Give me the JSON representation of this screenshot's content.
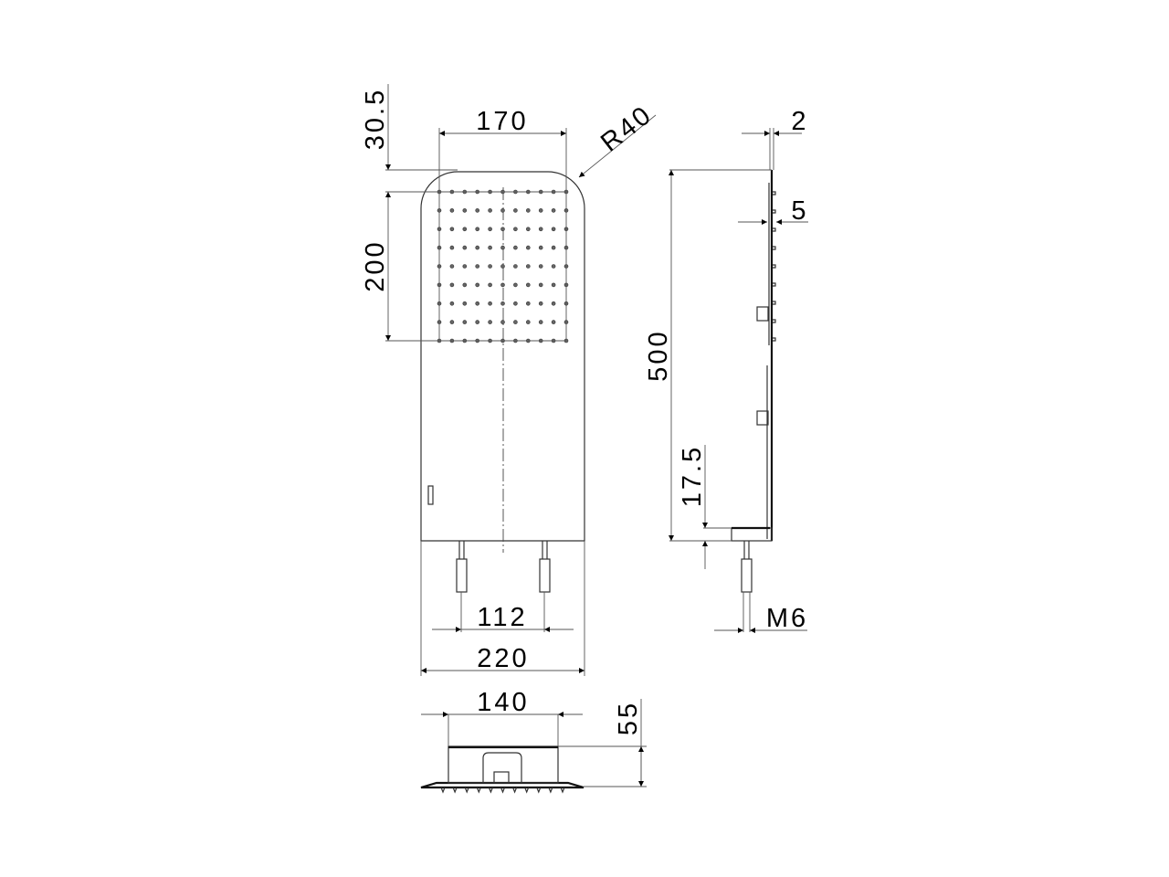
{
  "drawing": {
    "title": "Wall-mounted shower head technical drawing",
    "units": "mm",
    "line_color": "#333333",
    "background": "#ffffff"
  },
  "front_view": {
    "nozzle_grid": {
      "columns": 11,
      "rows": 9
    },
    "dimensions": {
      "top_offset": "30.5",
      "spray_width": "170",
      "corner_radius": "R40",
      "spray_height": "200",
      "fixing_spacing": "112",
      "overall_width": "220"
    }
  },
  "side_view": {
    "dimensions": {
      "plate_thickness": "2",
      "nozzle_depth": "5",
      "overall_height": "500",
      "bracket_offset": "17.5",
      "thread": "M6"
    }
  },
  "bottom_view": {
    "dimensions": {
      "box_width": "140",
      "depth": "55"
    }
  }
}
